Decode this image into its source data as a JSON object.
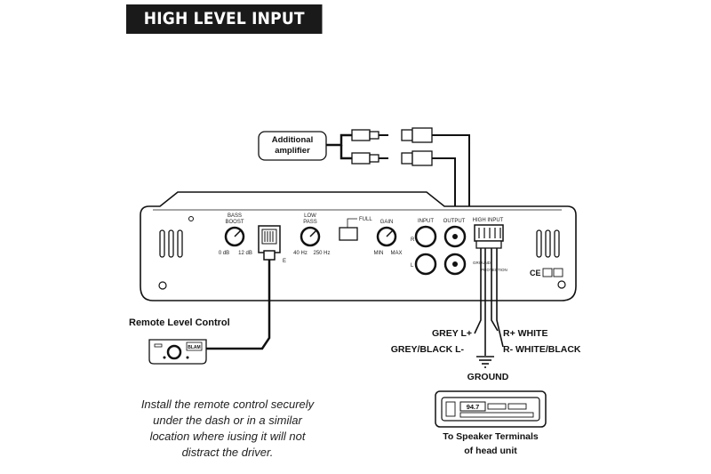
{
  "title": "HIGH LEVEL INPUT WIRING",
  "additional_amplifier": [
    "Additional",
    "amplifier"
  ],
  "panel": {
    "bass_boost": [
      "BASS",
      "BOOST"
    ],
    "bass_boost_scale": [
      "0 dB",
      "12 dB"
    ],
    "low_pass": [
      "LOW",
      "PASS"
    ],
    "low_pass_scale": [
      "40 Hz",
      "250 Hz"
    ],
    "full": "FULL",
    "gain": "GAIN",
    "gain_scale": [
      "MIN",
      "MAX"
    ],
    "input": "INPUT",
    "output": "OUTPUT",
    "high_input": "HIGH INPUT",
    "r": "R",
    "l": "L",
    "e": "E",
    "grounding": "GROUND",
    "protection": "PROTECTION",
    "ce": "CE"
  },
  "remote": {
    "label": "Remote Level Control",
    "brand": "BLAM"
  },
  "wires": {
    "grey_l_plus": "GREY L+",
    "grey_black_l_minus": "GREY/BLACK L-",
    "r_plus_white": "R+ WHITE",
    "r_minus_white_black": "R- WHITE/BLACK",
    "ground": "GROUND"
  },
  "head_unit": {
    "display": "94.7",
    "caption": [
      "To Speaker Terminals",
      "of head unit"
    ]
  },
  "instructions": [
    "Install the remote control securely",
    "under the dash or in a similar",
    "location where iusing it will not",
    "distract the driver."
  ]
}
